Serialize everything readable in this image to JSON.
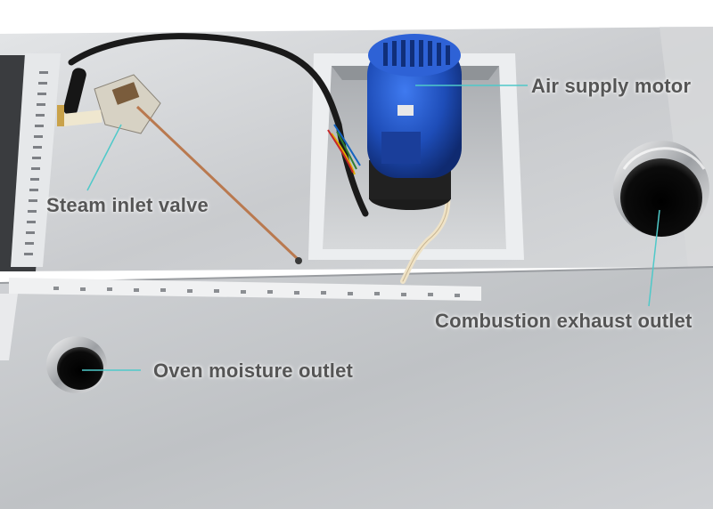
{
  "labels": {
    "air_supply_motor": "Air supply motor",
    "steam_inlet_valve": "Steam inlet valve",
    "combustion_exhaust_outlet": "Combustion exhaust outlet",
    "oven_moisture_outlet": "Oven moisture outlet"
  },
  "colors": {
    "callout_line": "#4fc9c9",
    "label_text": "#555555",
    "motor_blue": "#1f4fb5",
    "steel": "#c7c9cc"
  }
}
